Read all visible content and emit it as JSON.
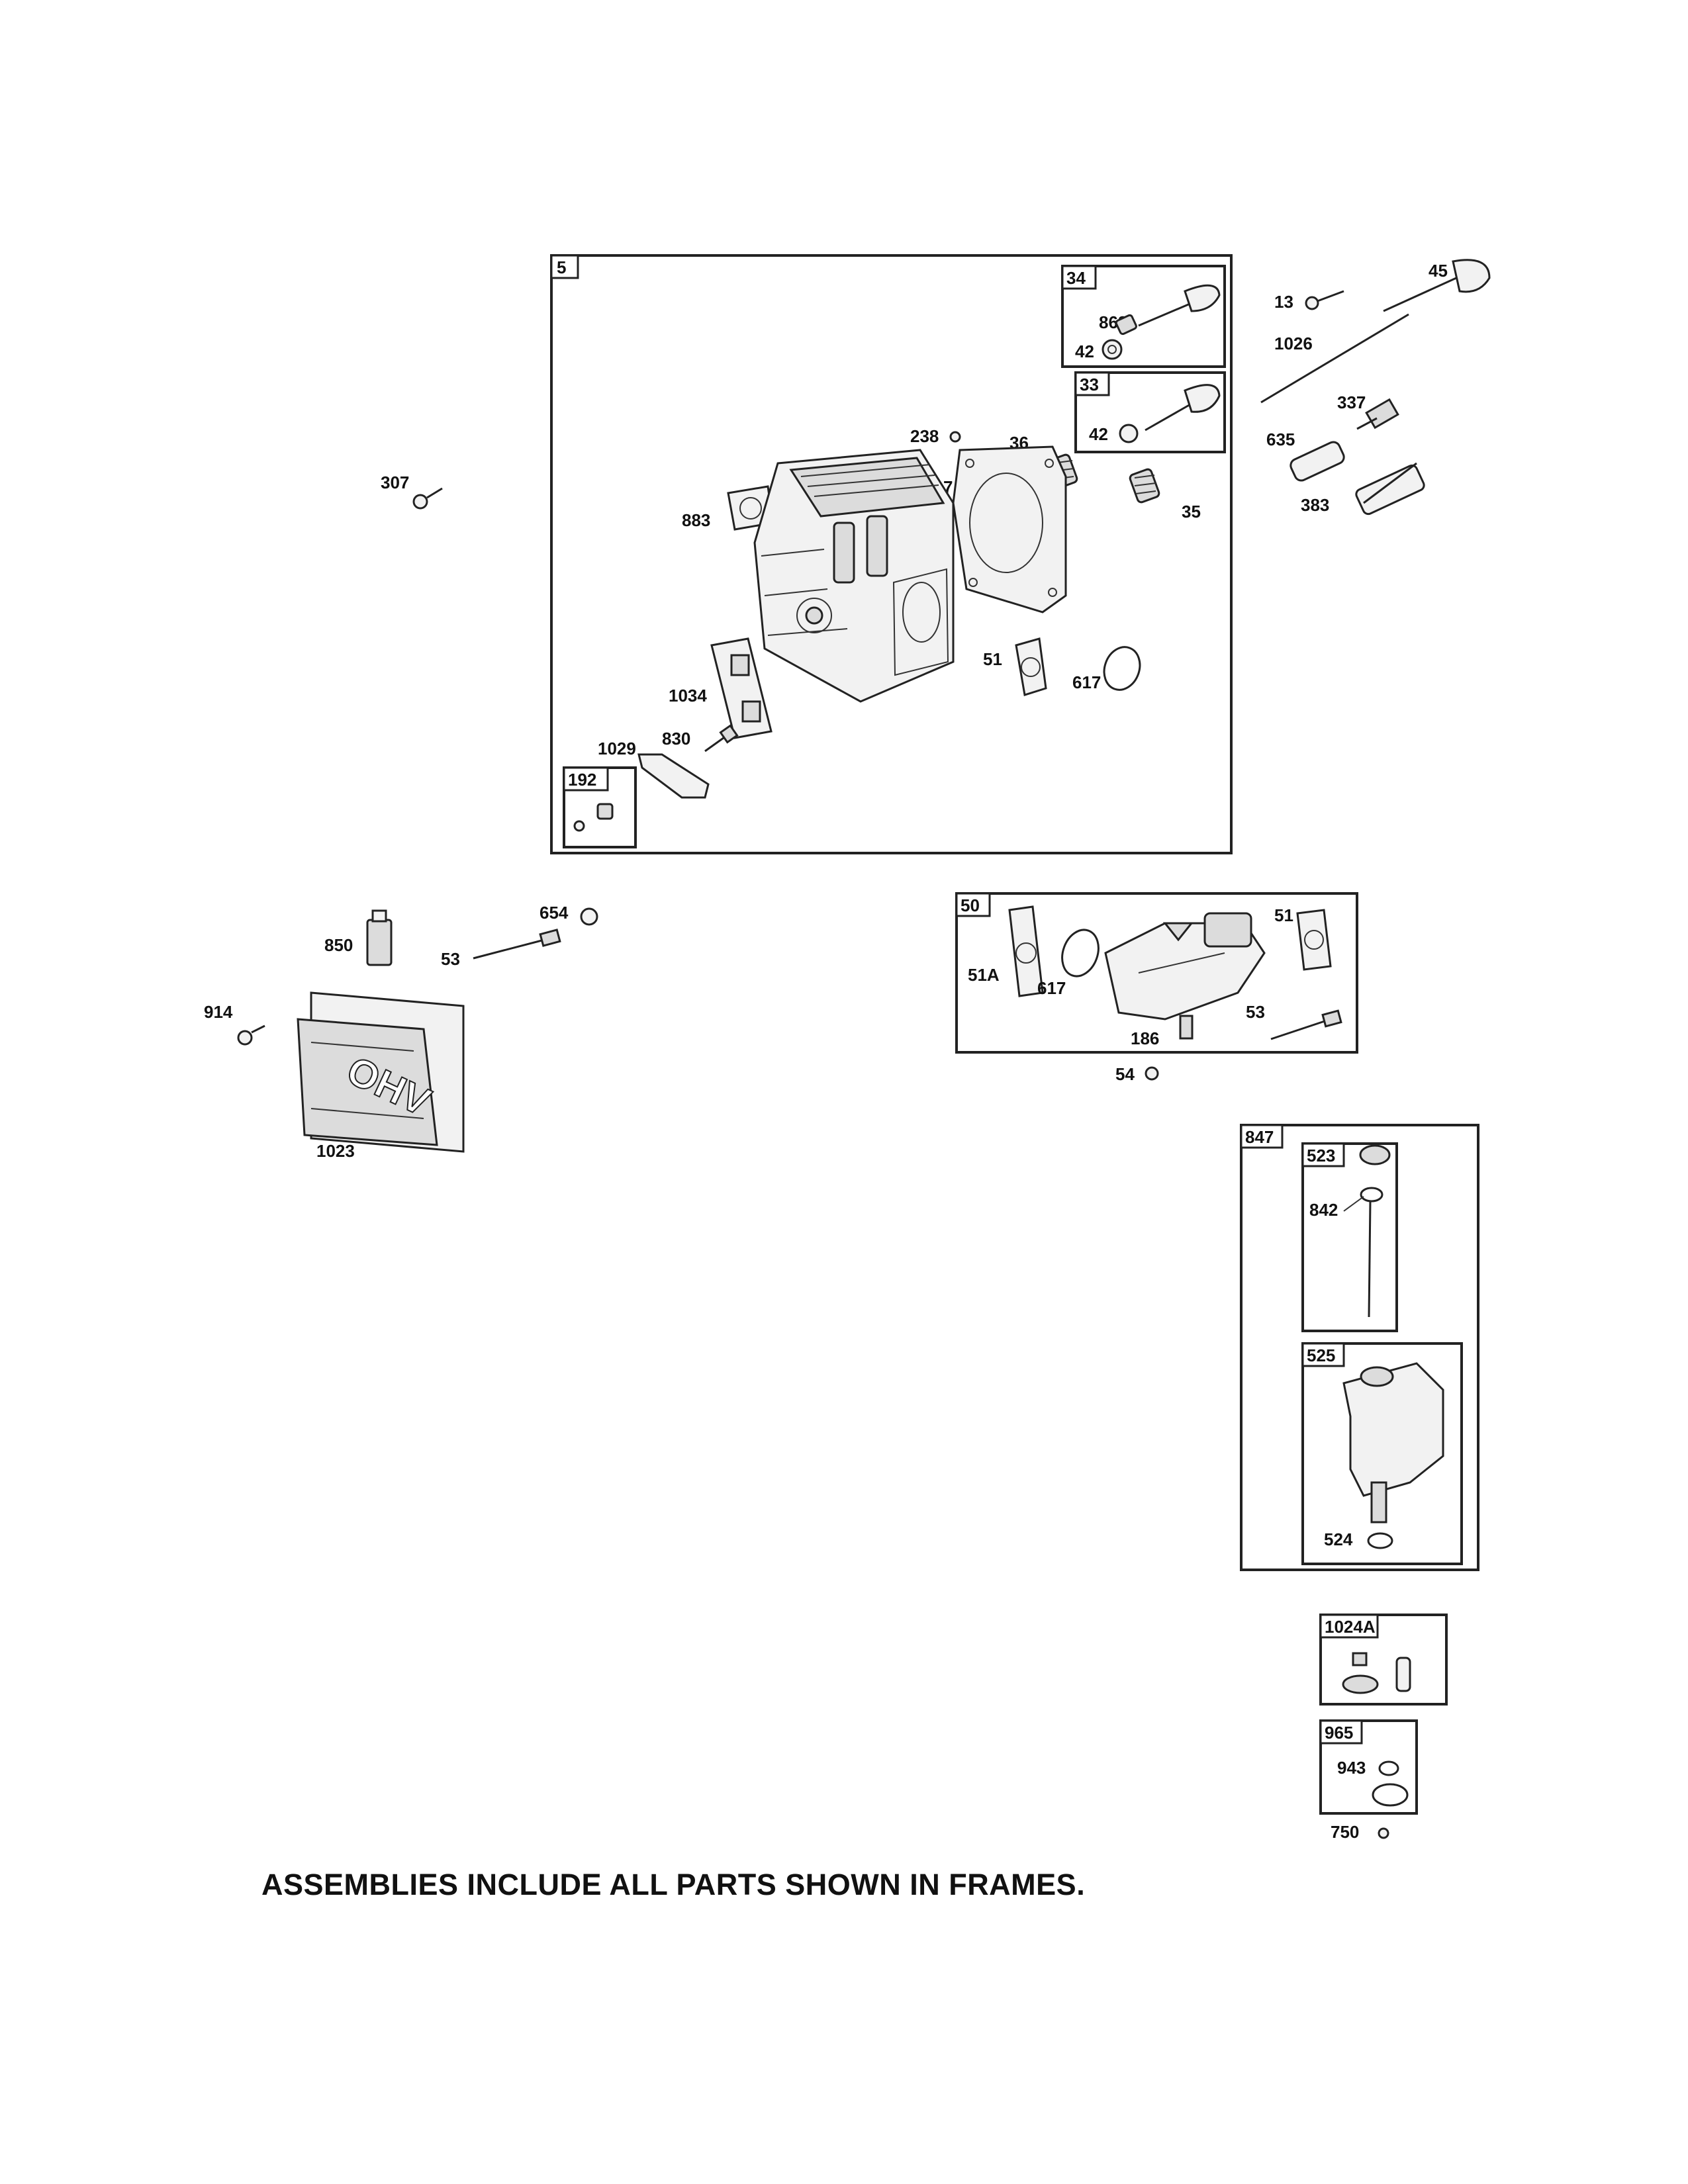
{
  "frames": {
    "f5": "5",
    "f34": "34",
    "f33": "33",
    "f192": "192",
    "f50": "50",
    "f847": "847",
    "f523": "523",
    "f525": "525",
    "f1024a": "1024A",
    "f965": "965"
  },
  "parts": {
    "p868": "868",
    "p42a": "42",
    "p42b": "42",
    "p238": "238",
    "p36": "36",
    "p7": "7",
    "p35": "35",
    "p883": "883",
    "p51": "51",
    "p617": "617",
    "p1034": "1034",
    "p830": "830",
    "p1029": "1029",
    "p13": "13",
    "p45": "45",
    "p1026": "1026",
    "p337": "337",
    "p635": "635",
    "p383": "383",
    "p307": "307",
    "p850": "850",
    "p654": "654",
    "p53": "53",
    "p914": "914",
    "p1023": "1023",
    "p51a": "51A",
    "p617b": "617",
    "p51b": "51",
    "p53b": "53",
    "p186": "186",
    "p54": "54",
    "p842": "842",
    "p524": "524",
    "p943": "943",
    "p750": "750"
  },
  "footer_note": "ASSEMBLIES INCLUDE ALL PARTS SHOWN IN FRAMES.",
  "ohv_logo_text": "OHV"
}
